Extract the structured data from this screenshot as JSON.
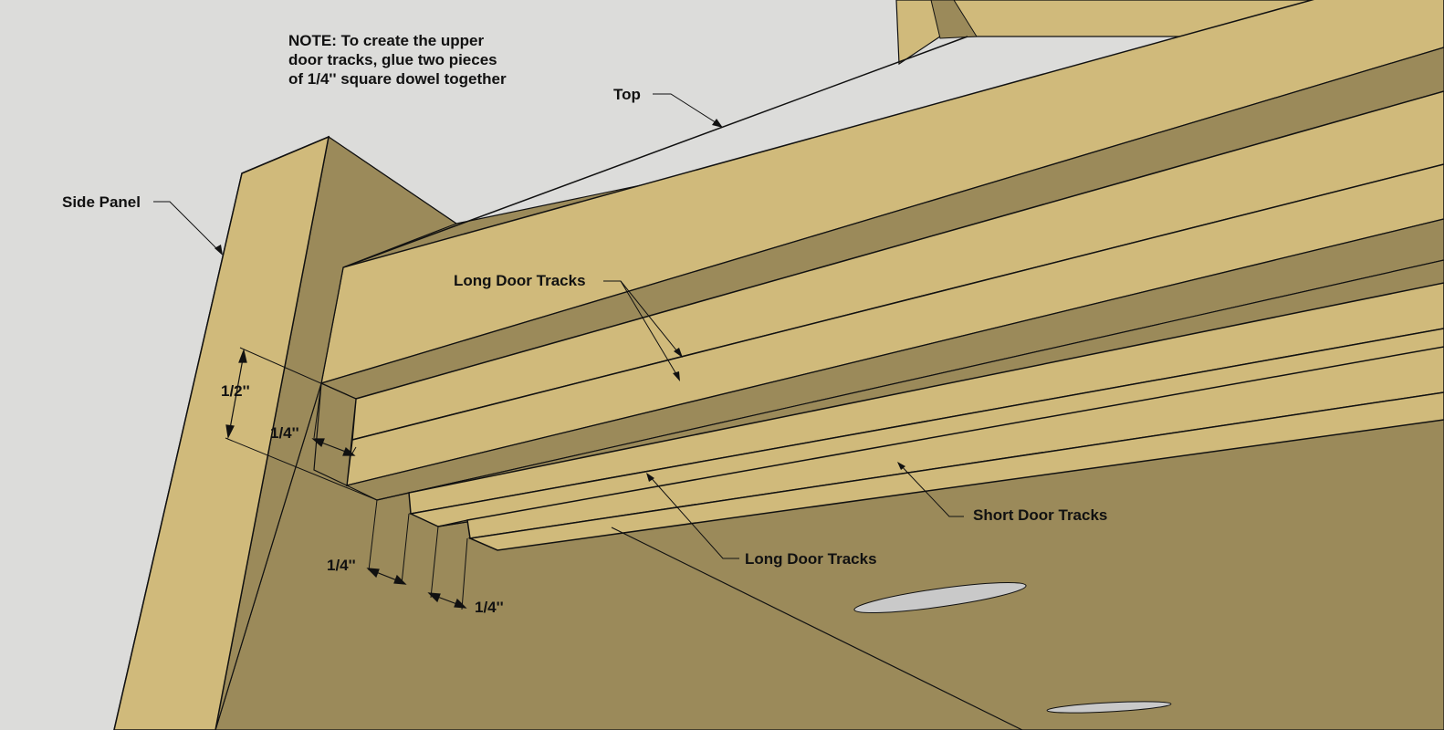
{
  "note": {
    "lines": [
      "NOTE: To create the upper",
      "door tracks, glue two pieces",
      "of 1/4'' square dowel together"
    ]
  },
  "labels": {
    "top": "Top",
    "side_panel": "Side Panel",
    "long_door_tracks_upper": "Long Door Tracks",
    "long_door_tracks_lower": "Long Door Tracks",
    "short_door_tracks": "Short Door Tracks"
  },
  "dimensions": {
    "track_height": "1/2''",
    "track_depth": "1/4''",
    "long_track_width": "1/4''",
    "short_track_width": "1/4''"
  },
  "colors": {
    "background": "#dcdcda",
    "wood_light": "#d0ba7b",
    "wood_dark": "#9b8a5a",
    "line": "#111111",
    "hole": "#c9c9c9"
  }
}
